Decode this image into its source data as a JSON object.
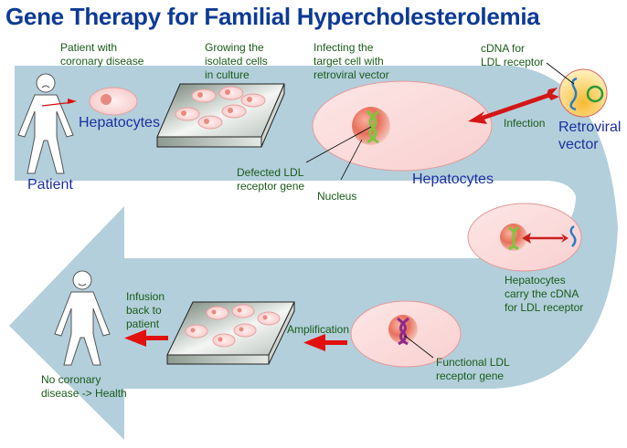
{
  "title": "Gene Therapy for Familial Hypercholesterolemia",
  "colors": {
    "title": "#0d3a96",
    "flow_arrow": "#b3cfdb",
    "step_text": "#1a5a1a",
    "cell_label_text": "#1c2fa0",
    "arrow_red": "#e31010",
    "cell_fill": "#fbdada",
    "nucleus": "#e8705a",
    "defective_gene": "#7cc63c",
    "functional_gene": "#8a2a8e",
    "cdna": "#2a7cc8",
    "vector_fill": "#f8c83c"
  },
  "steps": {
    "patient_with_disease": "Patient with\ncoronary disease",
    "growing_cells": "Growing the\nisolated cells\nin culture",
    "infecting": "Infecting the\ntarget cell with\nretroviral vector",
    "cdna_for_ldl": "cDNA for\nLDL receptor",
    "infection": "Infection",
    "defected_gene": "Defected LDL\nreceptor gene",
    "nucleus": "Nucleus",
    "hepatocytes_carry": "Hepatocytes\ncarry the cDNA\nfor LDL receptor",
    "functional_gene": "Functional LDL\nreceptor gene",
    "amplification": "Amplification",
    "infusion": "Infusion\nback to\npatient",
    "no_disease": "No coronary\ndisease -> Health"
  },
  "labels": {
    "hepatocytes_1": "Hepatocytes",
    "hepatocytes_2": "Hepatocytes",
    "patient": "Patient",
    "retroviral_vector": "Retroviral\nvector"
  }
}
